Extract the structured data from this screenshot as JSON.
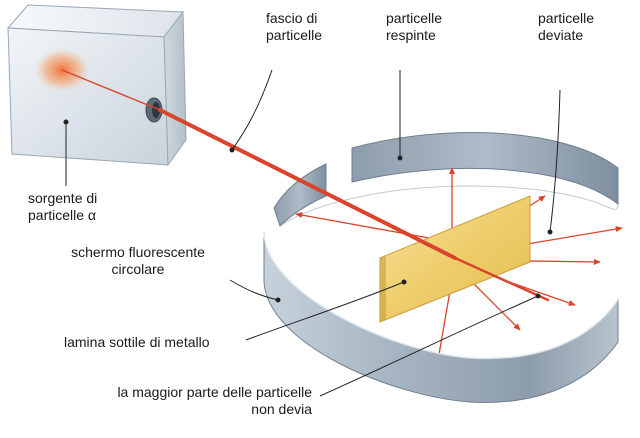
{
  "labels": {
    "beam": {
      "line1": "fascio di",
      "line2": "particelle"
    },
    "repelled": {
      "line1": "particelle",
      "line2": "respinte"
    },
    "deflected": {
      "line1": "particelle",
      "line2": "deviate"
    },
    "source": {
      "line1": "sorgente di",
      "line2": "particelle α"
    },
    "screen": {
      "line1": "schermo fluorescente",
      "line2": "circolare"
    },
    "foil": {
      "line1": "lamina sottile di metallo"
    },
    "undeflected": {
      "line1": "la maggior parte delle particelle",
      "line2": "non devia"
    }
  },
  "colors": {
    "beam": "#d9452b",
    "foil": "#f0d27a",
    "screen": "#a9b6c4",
    "box": "#dfe6ec",
    "leader": "#222222"
  }
}
